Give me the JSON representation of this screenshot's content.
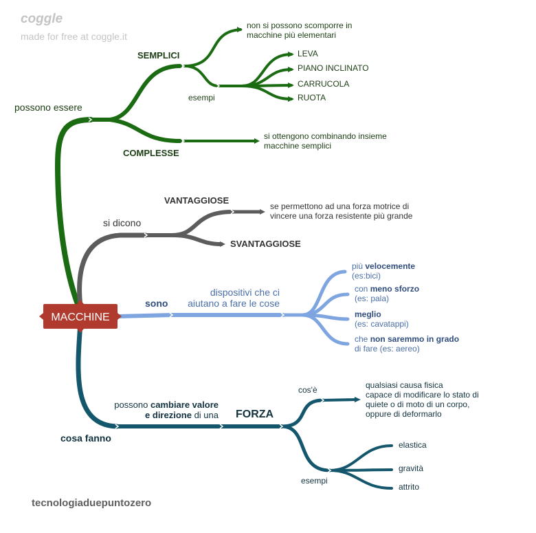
{
  "header": {
    "logo_text": "coggle",
    "subtitle": "made for free at coggle.it"
  },
  "footer": {
    "author": "tecnologiaduepuntozero"
  },
  "colors": {
    "green": "#1a6b12",
    "gray": "#5c5c5c",
    "blue": "#7ea5e0",
    "teal": "#14566c",
    "root_fill": "#b03a2e"
  },
  "root": {
    "label": "MACCHINE"
  },
  "green_branch": {
    "label": "possono essere",
    "semplici": {
      "label": "SEMPLICI",
      "definition_line1": "non si possono scomporre in",
      "definition_line2": "macchine più elementari",
      "examples_label": "esempi",
      "examples": [
        "LEVA",
        "PIANO INCLINATO",
        "CARRUCOLA",
        "RUOTA"
      ]
    },
    "complesse": {
      "label": "COMPLESSE",
      "definition_line1": "si ottengono combinando insieme",
      "definition_line2": "macchine semplici"
    }
  },
  "gray_branch": {
    "label": "si dicono",
    "vantaggiose": {
      "label": "VANTAGGIOSE",
      "definition_line1": "se permettono ad una forza motrice di",
      "definition_line2": "vincere una forza resistente più grande"
    },
    "svantaggiose": {
      "label": "SVANTAGGIOSE"
    }
  },
  "blue_branch": {
    "label": "sono",
    "description_line1": "dispositivi che ci",
    "description_line2": "aiutano a fare le cose",
    "items": [
      {
        "prefix": "più ",
        "bold": "velocemente",
        "example": "(es:bici)"
      },
      {
        "prefix": "con ",
        "bold": "meno sforzo",
        "example": "(es: pala)"
      },
      {
        "prefix": "",
        "bold": "meglio",
        "example": "(es: cavatappi)"
      },
      {
        "prefix": "che ",
        "bold": "non saremmo in grado",
        "example": "di fare (es: aereo)"
      }
    ]
  },
  "teal_branch": {
    "label": "cosa fanno",
    "action_line1_prefix": "possono ",
    "action_line1_bold": "cambiare valore",
    "action_line2_bold": "e direzione",
    "action_line2_suffix": " di una",
    "forza": {
      "label": "FORZA",
      "definition_label": "cos'è",
      "definition_lines": [
        "qualsiasi causa fisica",
        "capace di modificare lo stato di",
        "quiete o di moto di un corpo,",
        "oppure di deformarlo"
      ],
      "examples_label": "esempi",
      "examples": [
        "elastica",
        "gravità",
        "attrito"
      ]
    }
  }
}
